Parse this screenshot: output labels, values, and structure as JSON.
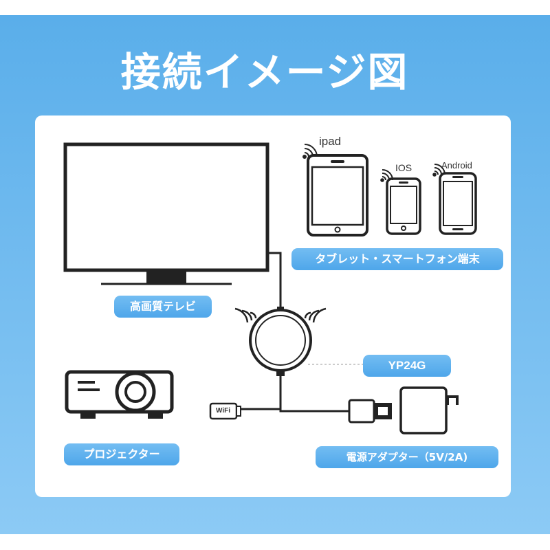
{
  "title": "接続イメージ図",
  "labels": {
    "tv": "高画質テレビ",
    "tablet_phone": "タブレット・スマートフォン端末",
    "device": "YP24G",
    "projector": "プロジェクター",
    "adapter": "電源アダプター（5V/2A)"
  },
  "device_labels": {
    "ipad": "ipad",
    "ios": "IOS",
    "android": "Android",
    "wifi": "WiFi"
  },
  "colors": {
    "accent": "#4ea6ea",
    "background_top": "#5aaeea",
    "background_bottom": "#8ccaf5",
    "line": "#222222"
  }
}
